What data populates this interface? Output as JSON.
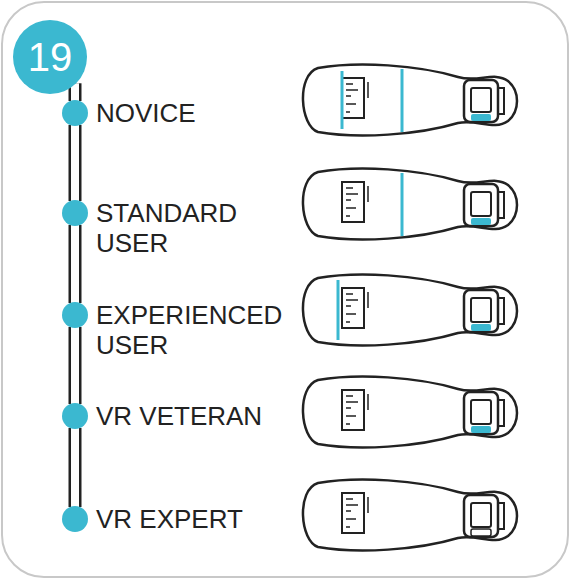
{
  "diagram": {
    "nodes": [
      {
        "text": [
          "19"
        ]
      },
      {
        "text": [
          "NOVICE"
        ]
      },
      {
        "text": [
          "STANDARD USER"
        ]
      },
      {
        "text": [
          "EXPERIENCED USER"
        ]
      },
      {
        "text": [
          "VR VETERAN"
        ]
      },
      {
        "text": [
          "VR EXPERT"
        ]
      }
    ],
    "edges": [
      {
        "from": 0,
        "to": 1,
        "arrow": "none"
      },
      {
        "from": 1,
        "to": 2,
        "arrow": "none"
      },
      {
        "from": 2,
        "to": 3,
        "arrow": "none"
      },
      {
        "from": 3,
        "to": 4,
        "arrow": "none"
      },
      {
        "from": 4,
        "to": 5,
        "arrow": "none"
      }
    ]
  }
}
